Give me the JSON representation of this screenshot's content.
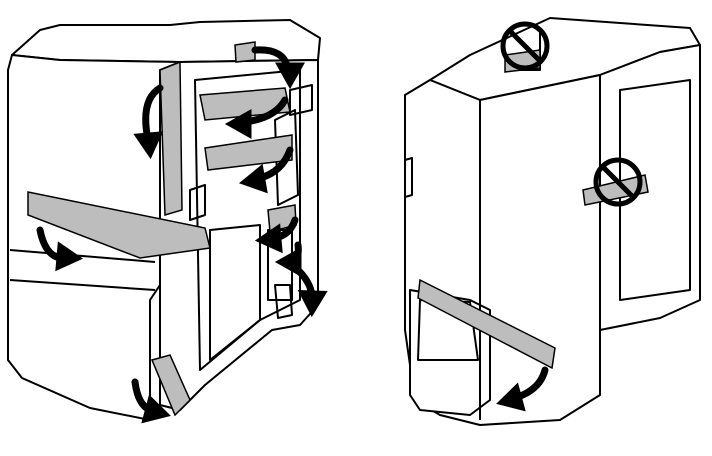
{
  "figure": {
    "panels": [
      {
        "id": "left",
        "subject": "printer-unit",
        "tape_strips": 7,
        "removal_arrows": 8,
        "colors": {
          "body": "#ffffff",
          "outline": "#000000",
          "tape": "#bdbdbd",
          "arrow": "#000000"
        }
      },
      {
        "id": "right",
        "subject": "printer-unit",
        "tape_strips": 3,
        "removal_arrows": 1,
        "prohibition_symbols": 2,
        "colors": {
          "body": "#ffffff",
          "outline": "#000000",
          "tape": "#bdbdbd",
          "arrow": "#000000",
          "prohibition": "#000000"
        }
      }
    ],
    "icons": [
      "curved-arrow-icon",
      "prohibition-icon",
      "tape-strip"
    ]
  }
}
